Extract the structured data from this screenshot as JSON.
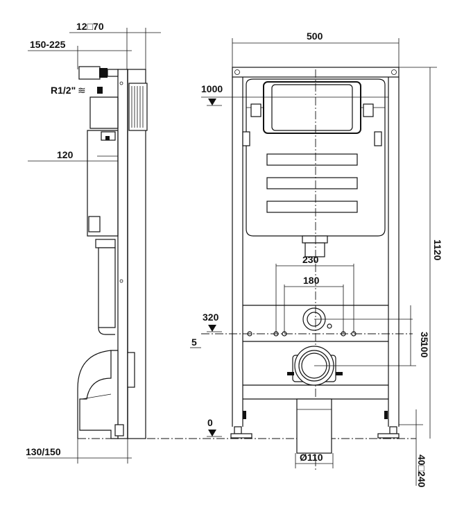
{
  "side_view": {
    "dim_depth": "12□70",
    "dim_connection_offset": "150-225",
    "water_inlet": "R1/2\"",
    "dim_inlet_height": "120",
    "dim_bottom": "130/150"
  },
  "front_view": {
    "dim_width": "500",
    "dim_height": "1120",
    "level_flush": "1000",
    "dim_holes_outer": "230",
    "dim_holes_inner": "180",
    "level_fixing": "320",
    "small_mark": "5",
    "dim_supply_pipe": "35",
    "dim_outlet_offset": "100",
    "level_floor": "0",
    "outlet_diameter": "Ø110",
    "dim_leg_adjust": "40□240"
  }
}
